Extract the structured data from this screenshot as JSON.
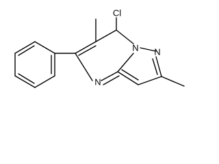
{
  "structure": {
    "atoms": {
      "chlorine": "Cl",
      "nitrogen_bridgehead": "N",
      "nitrogen_pyrazole": "N",
      "nitrogen_pyrimidine": "N"
    }
  }
}
